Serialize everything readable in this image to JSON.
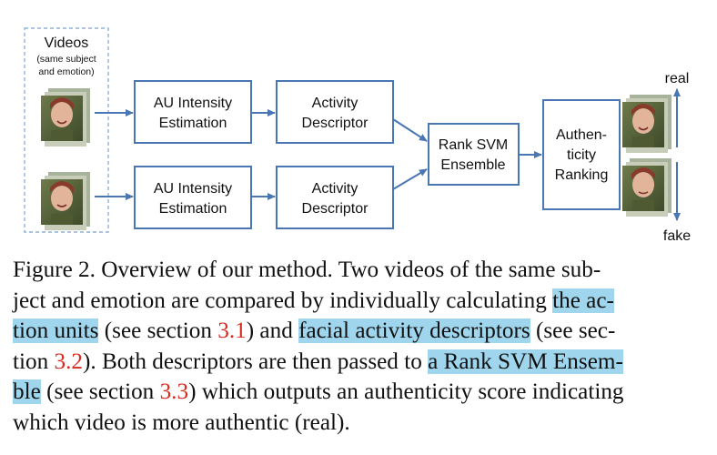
{
  "diagram": {
    "videos_title": "Videos",
    "videos_note_1": "(same subject",
    "videos_note_2": "and emotion)",
    "au_line1": "AU Intensity",
    "au_line2": "Estimation",
    "act_line1": "Activity",
    "act_line2": "Descriptor",
    "rank_line1": "Rank SVM",
    "rank_line2": "Ensemble",
    "auth_line1": "Authen-",
    "auth_line2": "ticity",
    "auth_line3": "Ranking",
    "out_real": "real",
    "out_fake": "fake",
    "colors": {
      "box_border": "#4a76b4",
      "arrow": "#4a76b4",
      "dashed": "#8fb0d8",
      "highlight": "#9fd6ee",
      "ref": "#d52b1e"
    }
  },
  "caption": {
    "l1_a": "Figure 2. Overview of our method.  Two videos of the same sub-",
    "l2_a": "ject and emotion are compared by individually calculating ",
    "l2_hl": "the ac-",
    "l3_hl": "tion units",
    "l3_b": " (see section ",
    "l3_ref": "3.1",
    "l3_c": ") and ",
    "l3_hl2": "facial activity descriptors",
    "l3_d": " (see sec-",
    "l4_a": "tion ",
    "l4_ref": "3.2",
    "l4_b": "). Both descriptors are then passed to ",
    "l4_hl": "a Rank SVM Ensem-",
    "l5_hl": "ble",
    "l5_a": " (see section ",
    "l5_ref": "3.3",
    "l5_b": ") which outputs an authenticity score indicating",
    "l6_a": "which video is more authentic (real)."
  }
}
